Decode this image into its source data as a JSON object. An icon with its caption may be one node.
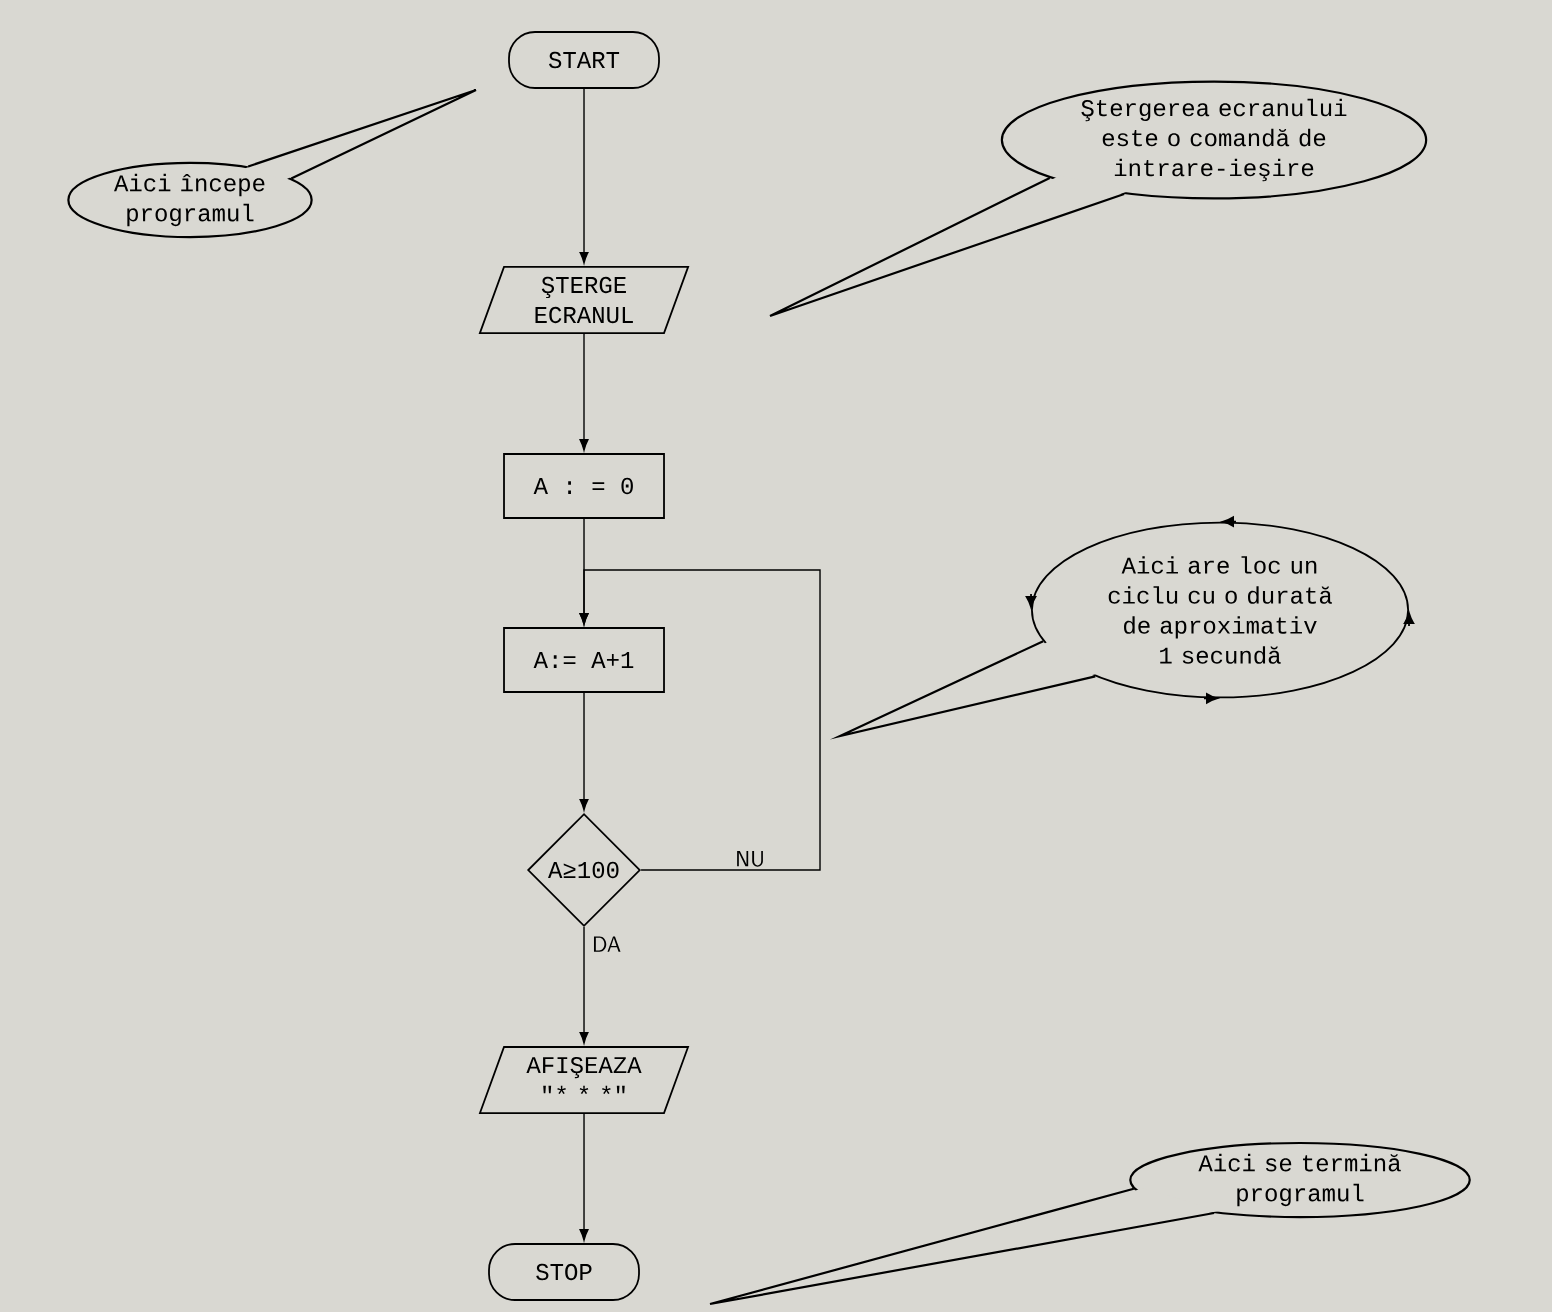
{
  "diagram": {
    "nodes": [
      {
        "text": [
          "START"
        ]
      },
      {
        "text": [
          "ŞTERGE ECRANUL"
        ]
      },
      {
        "text": [
          "A : = 0"
        ]
      },
      {
        "text": [
          "A:= A+1"
        ]
      },
      {
        "text": [
          "A≥100"
        ]
      },
      {
        "text": [
          "AFIŞEAZA \"* * *\""
        ]
      },
      {
        "text": [
          "STOP"
        ]
      },
      {
        "text": [
          "Aici începe programul"
        ]
      },
      {
        "text": [
          "Ştergerea ecranului este o comandă de intrare-ieşire"
        ]
      },
      {
        "text": [
          "Aici are loc un ciclu cu o durată de aproximativ 1 secundă"
        ]
      },
      {
        "text": [
          "Aici se termină programul"
        ]
      }
    ],
    "edges": [
      {
        "from": 0,
        "to": 1,
        "arrow": "to"
      },
      {
        "from": 1,
        "to": 2,
        "arrow": "to"
      },
      {
        "from": 2,
        "to": 3,
        "arrow": "to"
      },
      {
        "from": 3,
        "to": 4,
        "arrow": "to"
      },
      {
        "from": 4,
        "to": 5,
        "arrow": "to",
        "label": "DA"
      },
      {
        "from": 4,
        "to": 3,
        "arrow": "to",
        "label": "NU"
      },
      {
        "from": 5,
        "to": 6,
        "arrow": "to"
      }
    ]
  }
}
